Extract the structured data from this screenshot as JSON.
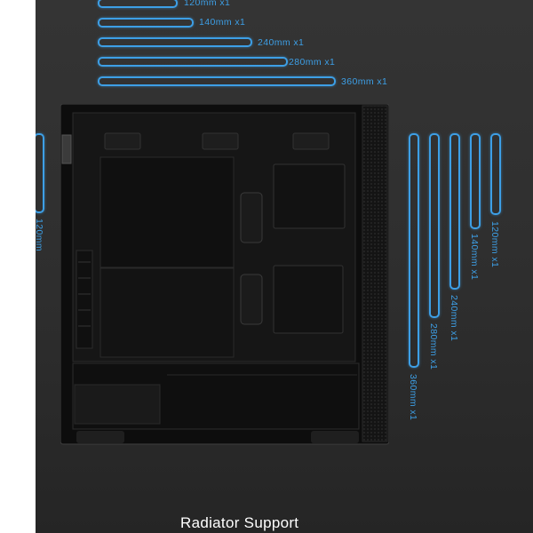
{
  "top_support": [
    {
      "label": "120mm x1"
    },
    {
      "label": "140mm x1"
    },
    {
      "label": "240mm x1"
    },
    {
      "label": "280mm x1"
    },
    {
      "label": "360mm x1"
    }
  ],
  "rear_support": {
    "label": "120mm"
  },
  "front_support": [
    {
      "label": "360mm x1"
    },
    {
      "label": "280mm x1"
    },
    {
      "label": "240mm x1"
    },
    {
      "label": "140mm x1"
    },
    {
      "label": "120mm x1"
    }
  ],
  "caption": "Radiator Support",
  "colors": {
    "accent": "#3d9fe6",
    "background": "#323232",
    "case": "#121212",
    "caption": "#ffffff"
  }
}
